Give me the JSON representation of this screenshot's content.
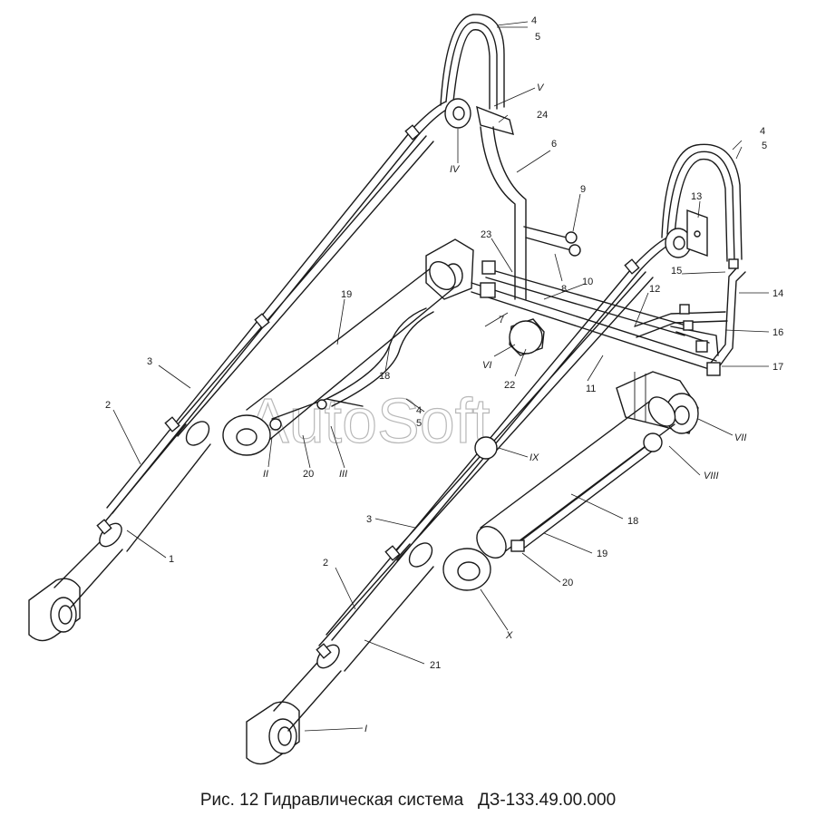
{
  "caption": {
    "prefix": "Рис. 12",
    "title": "Гидравлическая система",
    "code": "ДЗ-133.49.00.000"
  },
  "watermark": "AutoSoft",
  "labels": {
    "l1": "1",
    "l2a": "2",
    "l2b": "2",
    "l3a": "3",
    "l3b": "3",
    "l4a": "4",
    "l5a": "5",
    "l4b": "4",
    "l5b": "5",
    "l4c": "4",
    "l5c": "5",
    "l6": "6",
    "l7": "7",
    "l8": "8",
    "l9": "9",
    "l10": "10",
    "l11": "11",
    "l12": "12",
    "l13": "13",
    "l14": "14",
    "l15": "15",
    "l16": "16",
    "l17": "17",
    "l18a": "18",
    "l18b": "18",
    "l19a": "19",
    "l19b": "19",
    "l20a": "20",
    "l20b": "20",
    "l21": "21",
    "l22": "22",
    "l23": "23",
    "l24": "24",
    "rI": "I",
    "rII": "II",
    "rIII": "III",
    "rIV": "IV",
    "rV": "V",
    "rVI": "VI",
    "rVII": "VII",
    "rVIII": "VIII",
    "rIX": "IX",
    "rX": "X"
  }
}
